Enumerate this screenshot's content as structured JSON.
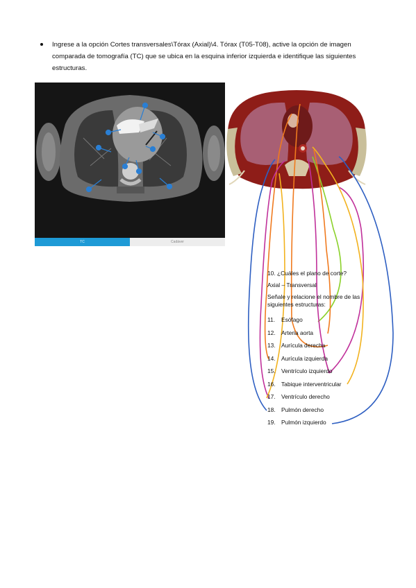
{
  "instruction": {
    "text": "Ingrese a la opción Cortes transversales\\Tórax (Axial)\\4. Tórax (T05-T08), active la opción de imagen comparada de tomografía (TC) que se ubica en la esquina inferior izquierda e identifique las siguientes estructuras."
  },
  "viewer": {
    "tabs": [
      {
        "label": "TC",
        "active": true
      },
      {
        "label": "Cadáver",
        "active": false
      }
    ],
    "accent_color": "#1e9ad6",
    "marker_color": "#2a7fd4"
  },
  "question": {
    "number_label": "10.",
    "text": "¿Cuáles el plano de corte?",
    "answer": "Axial – Transversal",
    "instruction": "Señale y relacione el nombre de las siguientes estructuras:"
  },
  "structures": [
    {
      "number": "11.",
      "name": "Esófago",
      "line_color": "#8bd12a"
    },
    {
      "number": "12.",
      "name": "Arteria aorta",
      "line_color": "#f07a1e"
    },
    {
      "number": "13.",
      "name": "Aurícula derecha",
      "line_color": "#f07a1e"
    },
    {
      "number": "14.",
      "name": "Aurícula izquierda",
      "line_color": "#f07a1e"
    },
    {
      "number": "15.",
      "name": "Ventrículo izquierdo",
      "line_color": "#c0309a"
    },
    {
      "number": "16.",
      "name": "Tabique interventricular",
      "line_color": "#f2b21e"
    },
    {
      "number": "17.",
      "name": "Ventrículo derecho",
      "line_color": "#c0309a"
    },
    {
      "number": "18.",
      "name": "Pulmón derecho",
      "line_color": "#2e5fc2"
    },
    {
      "number": "19.",
      "name": "Pulmón izquierdo",
      "line_color": "#2e5fc2"
    }
  ]
}
